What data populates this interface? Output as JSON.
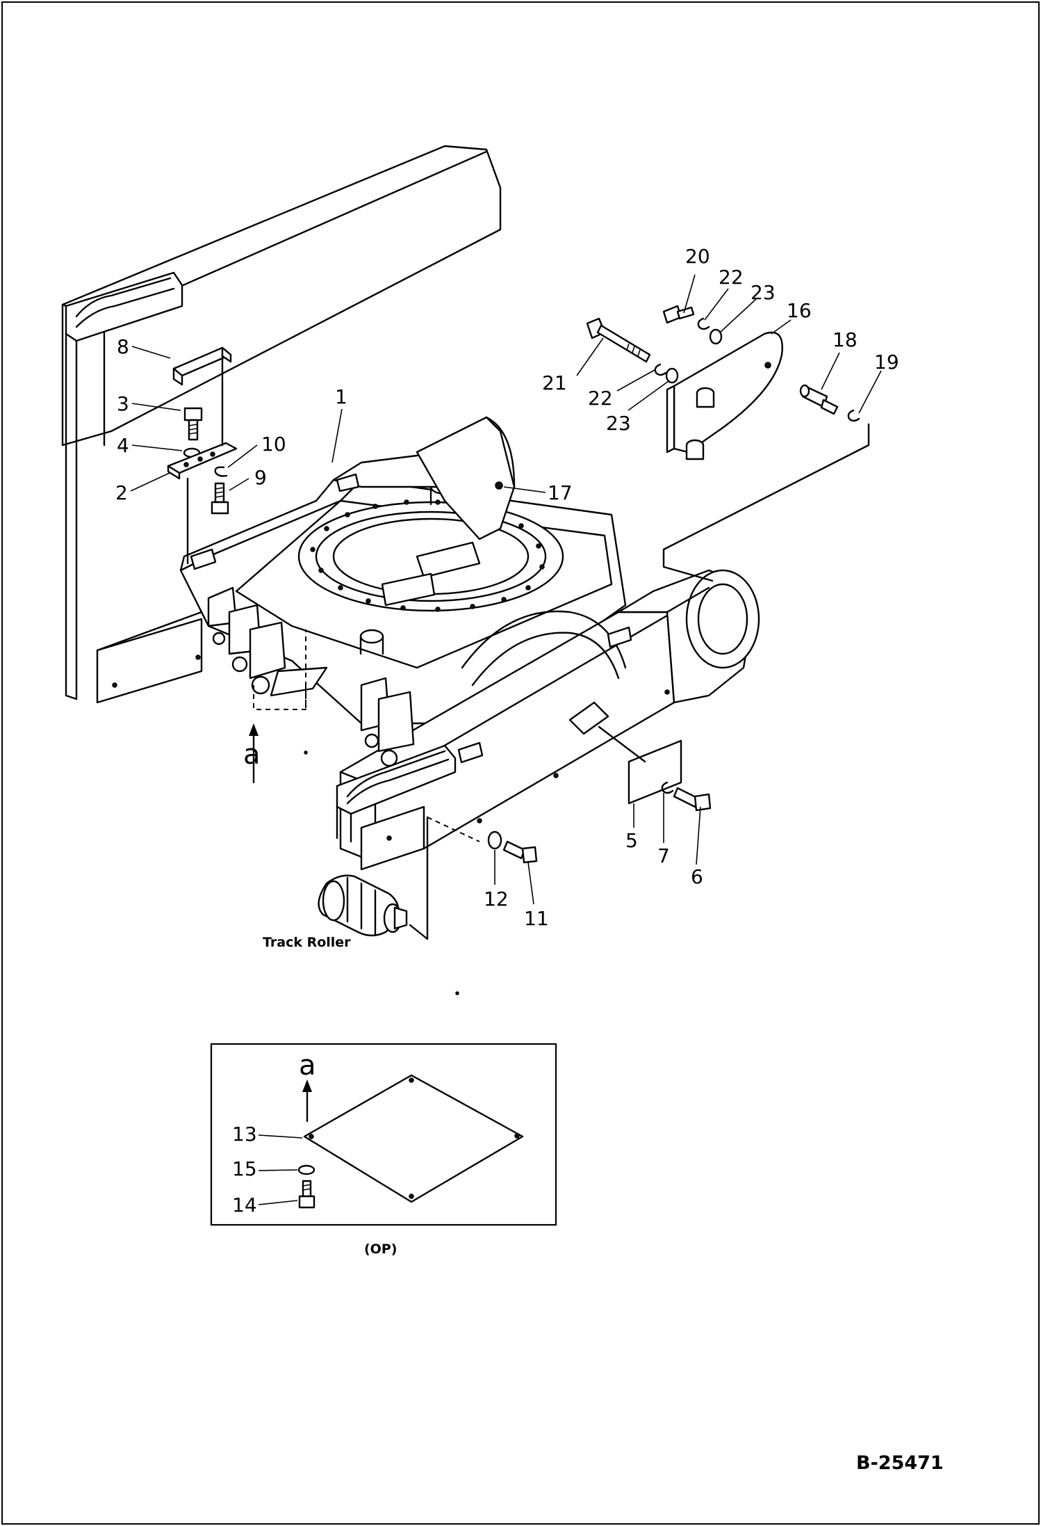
{
  "drawing": {
    "code": "B-25471",
    "view_arrow_label": "a",
    "track_roller_label": "Track Roller",
    "inset_caption": "(OP)",
    "inset_view_label": "a"
  },
  "callouts": [
    {
      "id": "c1",
      "text": "1"
    },
    {
      "id": "c2",
      "text": "2"
    },
    {
      "id": "c3",
      "text": "3"
    },
    {
      "id": "c4",
      "text": "4"
    },
    {
      "id": "c5",
      "text": "5"
    },
    {
      "id": "c6",
      "text": "6"
    },
    {
      "id": "c7",
      "text": "7"
    },
    {
      "id": "c8",
      "text": "8"
    },
    {
      "id": "c9",
      "text": "9"
    },
    {
      "id": "c10",
      "text": "10"
    },
    {
      "id": "c11",
      "text": "11"
    },
    {
      "id": "c12",
      "text": "12"
    },
    {
      "id": "c13",
      "text": "13"
    },
    {
      "id": "c14",
      "text": "14"
    },
    {
      "id": "c15",
      "text": "15"
    },
    {
      "id": "c16",
      "text": "16"
    },
    {
      "id": "c17",
      "text": "17"
    },
    {
      "id": "c18",
      "text": "18"
    },
    {
      "id": "c19",
      "text": "19"
    },
    {
      "id": "c20",
      "text": "20"
    },
    {
      "id": "c21",
      "text": "21"
    },
    {
      "id": "c22a",
      "text": "22"
    },
    {
      "id": "c22b",
      "text": "22"
    },
    {
      "id": "c23a",
      "text": "23"
    },
    {
      "id": "c23b",
      "text": "23"
    }
  ]
}
